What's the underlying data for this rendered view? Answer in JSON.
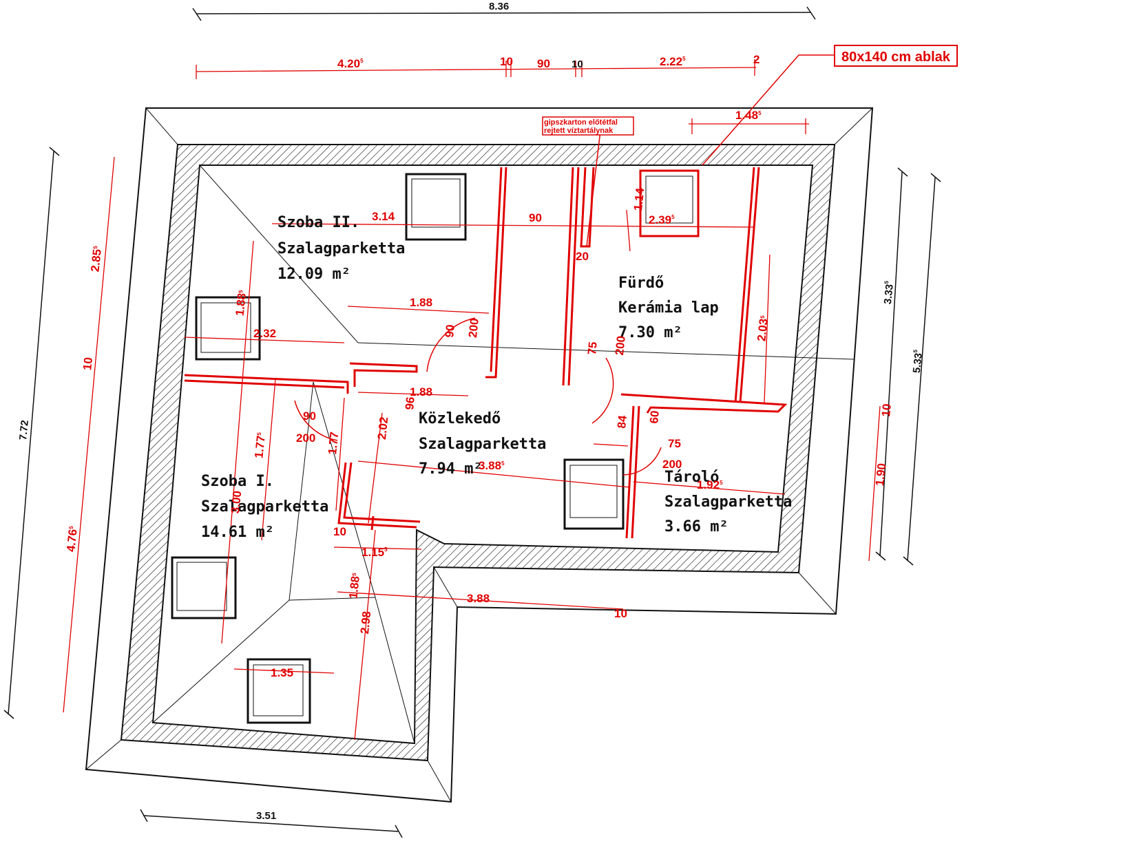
{
  "colors": {
    "wall": "#111111",
    "dimension": "#e00000",
    "background": "#ffffff"
  },
  "callout": {
    "window_label": "80x140 cm ablak"
  },
  "note": {
    "line1": "gipszkarton előtétfal",
    "line2": "rejtett víztartálynak"
  },
  "rooms": [
    {
      "name": "Szoba II.",
      "floor": "Szalagparketta",
      "area": "12.09 m²"
    },
    {
      "name": "Fürdő",
      "floor": "Kerámia lap",
      "area": "7.30 m²"
    },
    {
      "name": "Közlekedő",
      "floor": "Szalagparketta",
      "area": "7.94 m²"
    },
    {
      "name": "Szoba I.",
      "floor": "Szalagparketta",
      "area": "14.61 m²"
    },
    {
      "name": "Tároló",
      "floor": "Szalagparketta",
      "area": "3.66 m²"
    }
  ],
  "dimensions_black": {
    "overall_top": "8.36",
    "overall_left": "7.72",
    "right_outer": "5.33",
    "right_outer_sup": "5",
    "right_inner": "3.33",
    "right_inner_sup": "5",
    "bottom": "3.51"
  },
  "dimensions_red": {
    "top_a": "4.20",
    "top_a_sup": "5",
    "top_b": "10",
    "top_c": "90",
    "top_d": "10",
    "top_e": "2.22",
    "top_e_sup": "5",
    "top_f": "2",
    "win_width": "1.48",
    "win_width_sup": "5",
    "left_upper": "2.85",
    "left_upper_sup": "5",
    "left_mid": "10",
    "left_lower": "4.76",
    "left_lower_sup": "5",
    "szobaII_width": "3.14",
    "szobaII_height": "1.88",
    "szobaII_h_sup": "5",
    "corr_90_top": "90",
    "bath_114": "1.14",
    "bath_239": "2.39",
    "bath_239_sup": "5",
    "bath_20": "20",
    "d_188_a": "1.88",
    "d_90_door": "90",
    "d_200_door": "200",
    "d_232": "2.32",
    "d_188_b": "1.88",
    "d_75": "75",
    "d_200_b": "200",
    "bath_203": "2.03",
    "bath_203_sup": "5",
    "d_90_left": "90",
    "d_200_left": "200",
    "d_96": "96",
    "d_177_a": "1.77",
    "d_177_a_sup": "5",
    "d_177_b": "1.77",
    "d_202": "2.02",
    "d_388_a": "3.88",
    "d_388_a_sup": "5",
    "d_84": "84",
    "d_60": "60",
    "d_75_b": "75",
    "d_200_c": "200",
    "d_192": "1.92",
    "d_192_sup": "5",
    "d_10_b": "10",
    "d_115": "1.15",
    "d_115_sup": "5",
    "d_188_c": "1.88",
    "d_188_c_sup": "5",
    "d_388_b": "3.88",
    "d_10_c": "10",
    "d_298": "2.98",
    "d_300": "3.00",
    "d_135": "1.35",
    "right_10": "10",
    "right_190": "1.90"
  }
}
